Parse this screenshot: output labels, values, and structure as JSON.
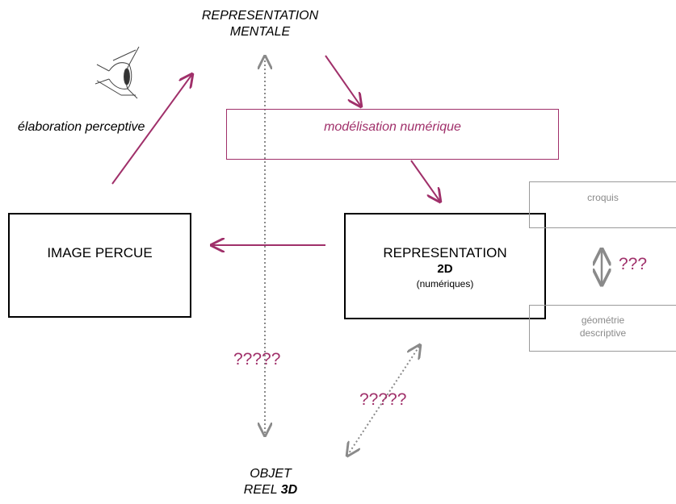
{
  "labels": {
    "representation_mentale_line1": "REPRESENTATION",
    "representation_mentale_line2": "MENTALE",
    "elaboration": "élaboration perceptive",
    "modelisation": "modélisation numérique",
    "image_percue": "IMAGE PERCUE",
    "representation_2d_line1": "REPRESENTATION",
    "representation_2d_line2": "2D",
    "representation_2d_line3": "(numériques)",
    "croquis": "croquis",
    "geometrie_line1": "géométrie",
    "geometrie_line2": "descriptive",
    "question_small": "???",
    "question_vertical": "?????",
    "question_diagonal": "?????",
    "objet_line1": "OBJET",
    "objet_line2_prefix": "REEL ",
    "objet_line2_bold": "3D"
  },
  "icons": {
    "eye": "eye-icon"
  },
  "colors": {
    "accent": "#a0306a",
    "neutral": "#8a8a8a",
    "border": "#000000"
  }
}
